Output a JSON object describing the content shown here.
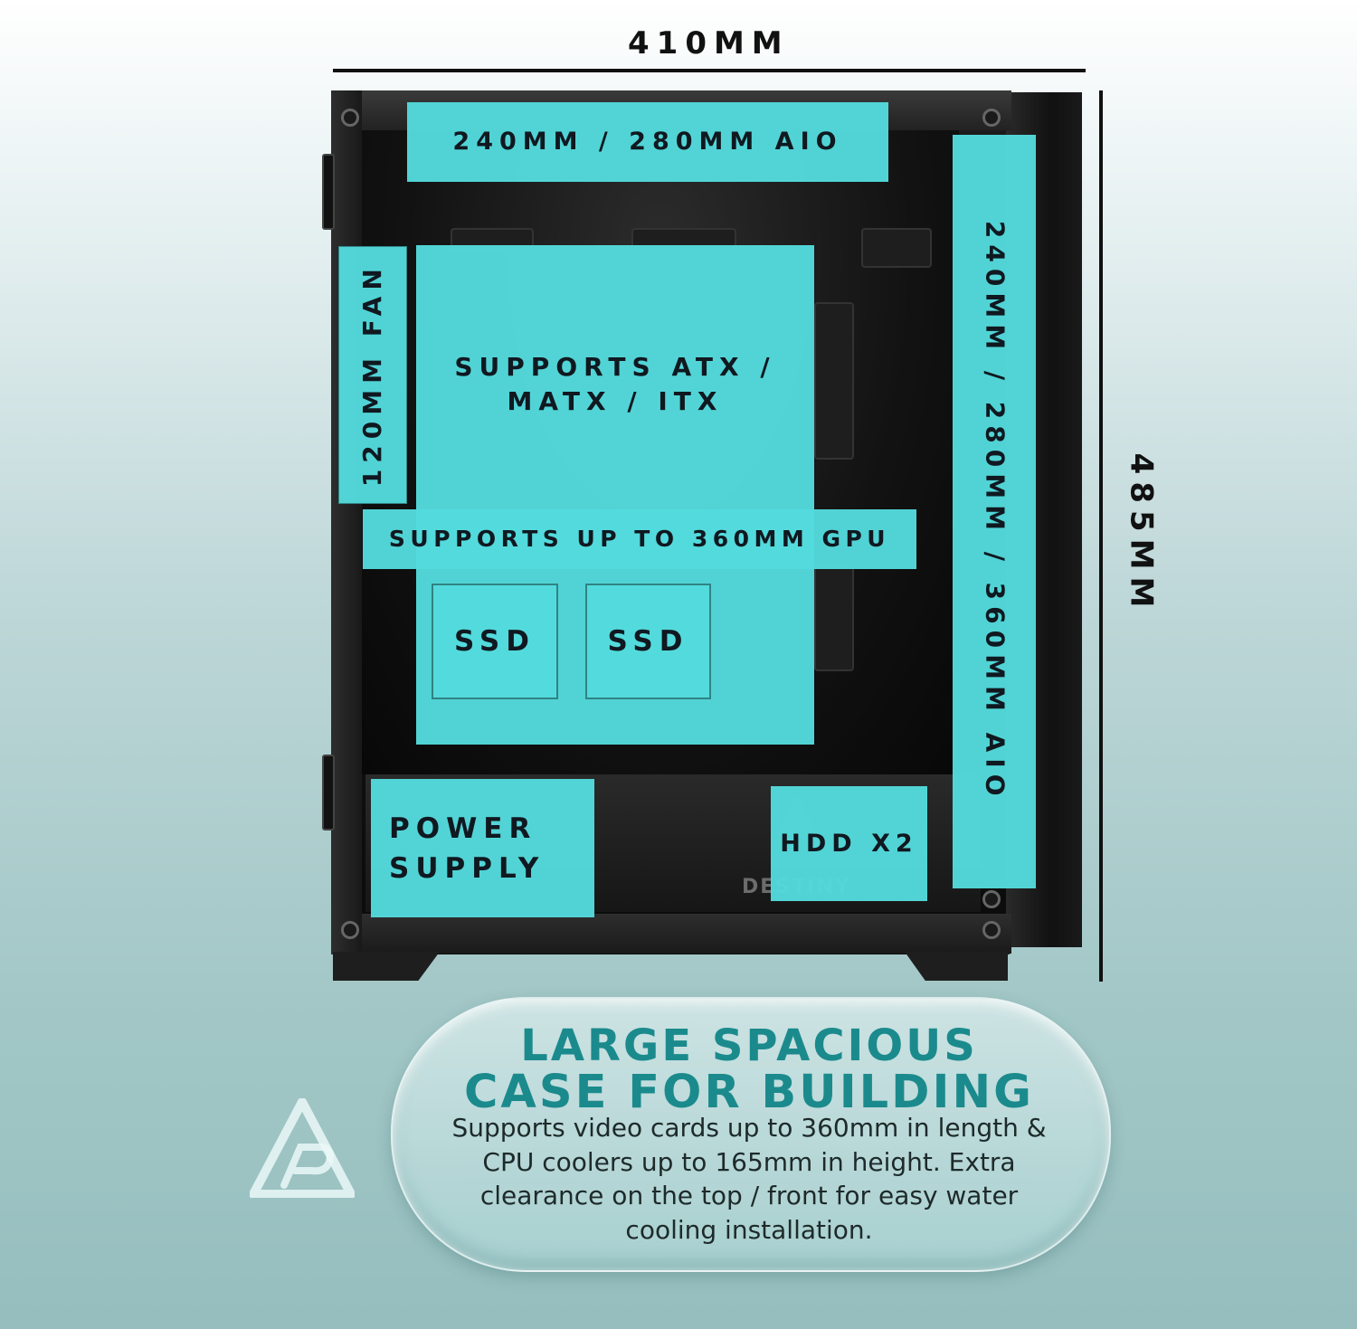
{
  "dimensions": {
    "width_label": "410MM",
    "height_label": "485MM"
  },
  "overlays": {
    "top_radiator": "240MM / 280MM AIO",
    "front_radiator": "240MM / 280MM / 360MM AIO",
    "rear_fan": "120MM FAN",
    "motherboard": "SUPPORTS ATX /\nMATX / ITX",
    "gpu": "SUPPORTS UP TO 360MM GPU",
    "ssd_1": "SSD",
    "ssd_2": "SSD",
    "psu": "POWER\nSUPPLY",
    "hdd": "HDD X2"
  },
  "case_brand": "DESTINY",
  "promo": {
    "title_line1": "LARGE SPACIOUS",
    "title_line2": "CASE FOR BUILDING",
    "body": "Supports video cards up to 360mm in length & CPU coolers up to 165mm in height. Extra clearance on the top / front for easy water cooling installation."
  },
  "colors": {
    "overlay": "#54dadc",
    "title": "#1b8a8d",
    "case": "#151515"
  }
}
